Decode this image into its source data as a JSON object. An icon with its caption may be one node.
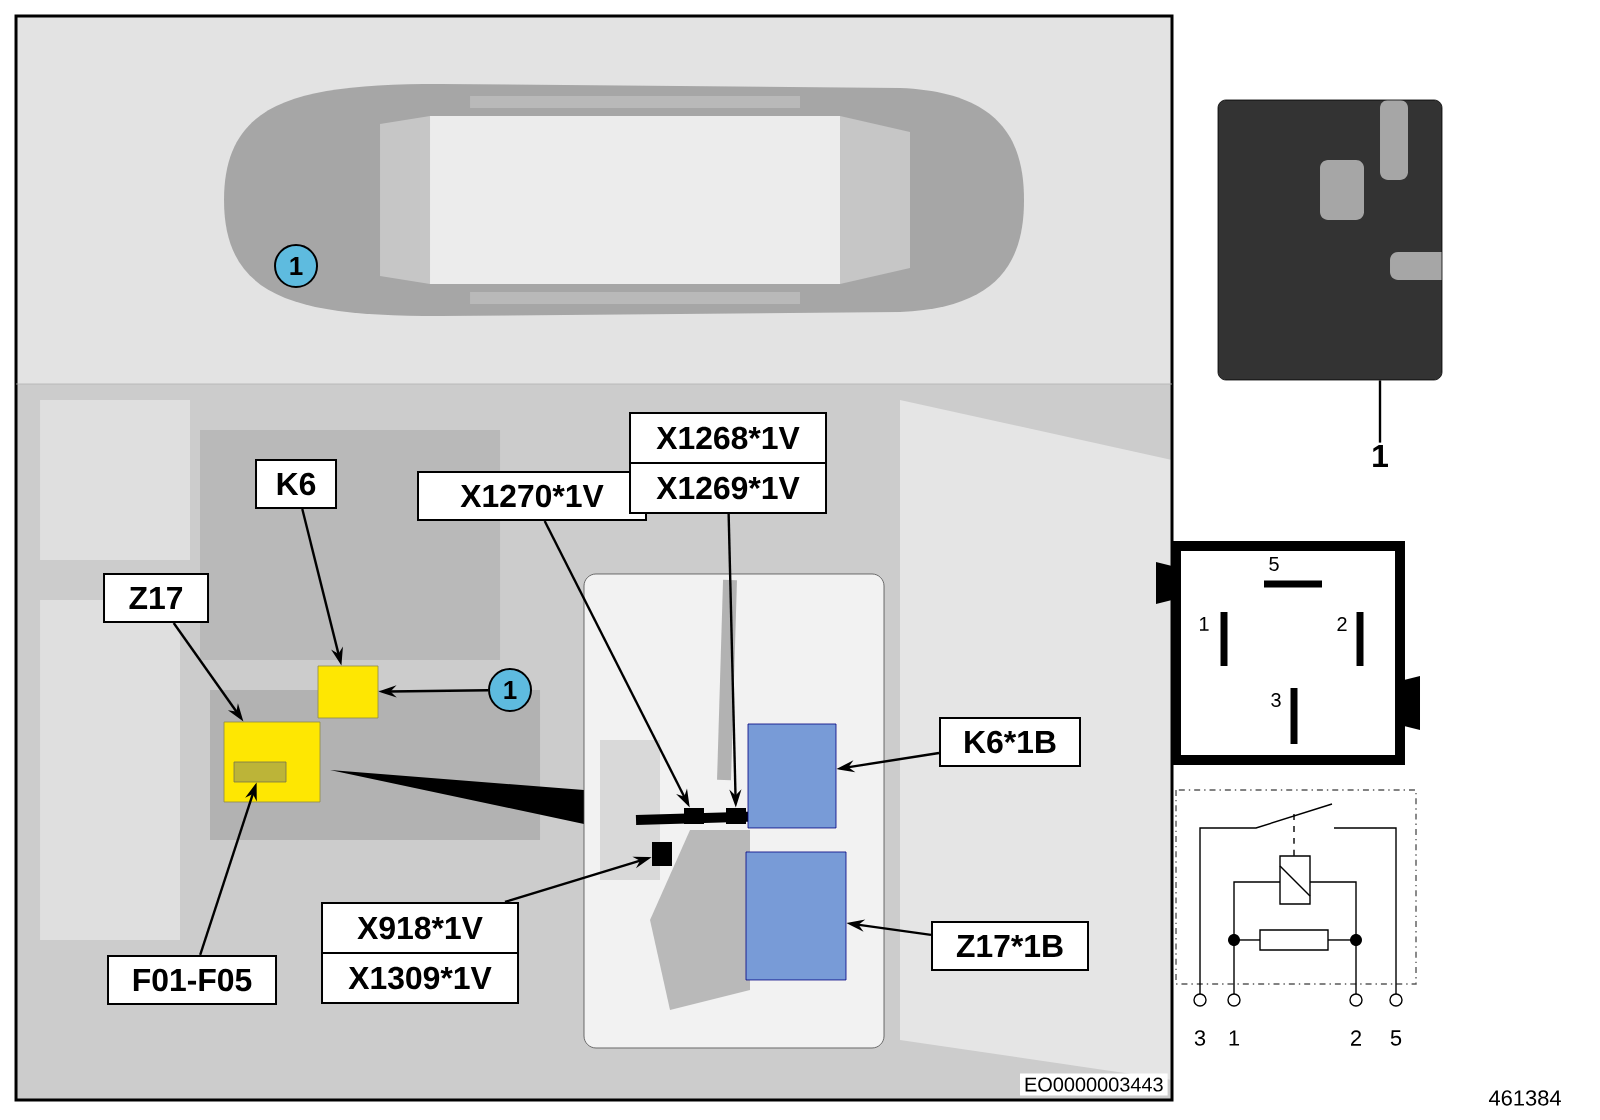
{
  "diagram": {
    "nodes": [
      {
        "text": [
          "1"
        ]
      },
      {
        "text": [
          "K6"
        ]
      },
      {
        "text": [
          "Z17"
        ]
      },
      {
        "text": [
          "1"
        ]
      },
      {
        "text": [
          "X1270*1V"
        ]
      },
      {
        "text": [
          "X1268*1V"
        ]
      },
      {
        "text": [
          "X1269*1V"
        ]
      },
      {
        "text": [
          "K6*1B"
        ]
      },
      {
        "text": [
          "X918*1V"
        ]
      },
      {
        "text": [
          "X1309*1V"
        ]
      },
      {
        "text": [
          "Z17*1B"
        ]
      },
      {
        "text": [
          "F01-F05"
        ]
      },
      {
        "text": [
          "1"
        ]
      },
      {
        "text": [],
        "shape": "box"
      },
      {
        "text": [],
        "shape": "box"
      },
      {
        "text": [],
        "shape": "box",
        "in": 14
      },
      {
        "text": [],
        "shape": "box"
      },
      {
        "text": [],
        "shape": "box"
      },
      {
        "text": [],
        "shape": "box"
      },
      {
        "text": [],
        "shape": "box"
      },
      {
        "text": [],
        "shape": "box"
      },
      {
        "text": [],
        "shape": "picture"
      }
    ],
    "edges": [
      {
        "from": 1,
        "to": 13,
        "arrow": "to"
      },
      {
        "from": 3,
        "to": 13,
        "arrow": "to"
      },
      {
        "from": 2,
        "to": 14,
        "arrow": "to"
      },
      {
        "from": 11,
        "to": 15,
        "arrow": "to"
      },
      {
        "from": 4,
        "to": 16,
        "arrow": "to"
      },
      {
        "from": 6,
        "to": 17,
        "arrow": "to"
      },
      {
        "from": 7,
        "to": 18,
        "arrow": "to"
      },
      {
        "from": 10,
        "to": 19,
        "arrow": "to"
      },
      {
        "from": 8,
        "to": 20,
        "arrow": "to"
      },
      {
        "from": 12,
        "to": 21,
        "arrow": "none"
      }
    ],
    "labels": [
      "EO0000003443",
      "5",
      "1",
      "2",
      "3",
      "3",
      "1",
      "2",
      "5",
      "461384"
    ]
  }
}
